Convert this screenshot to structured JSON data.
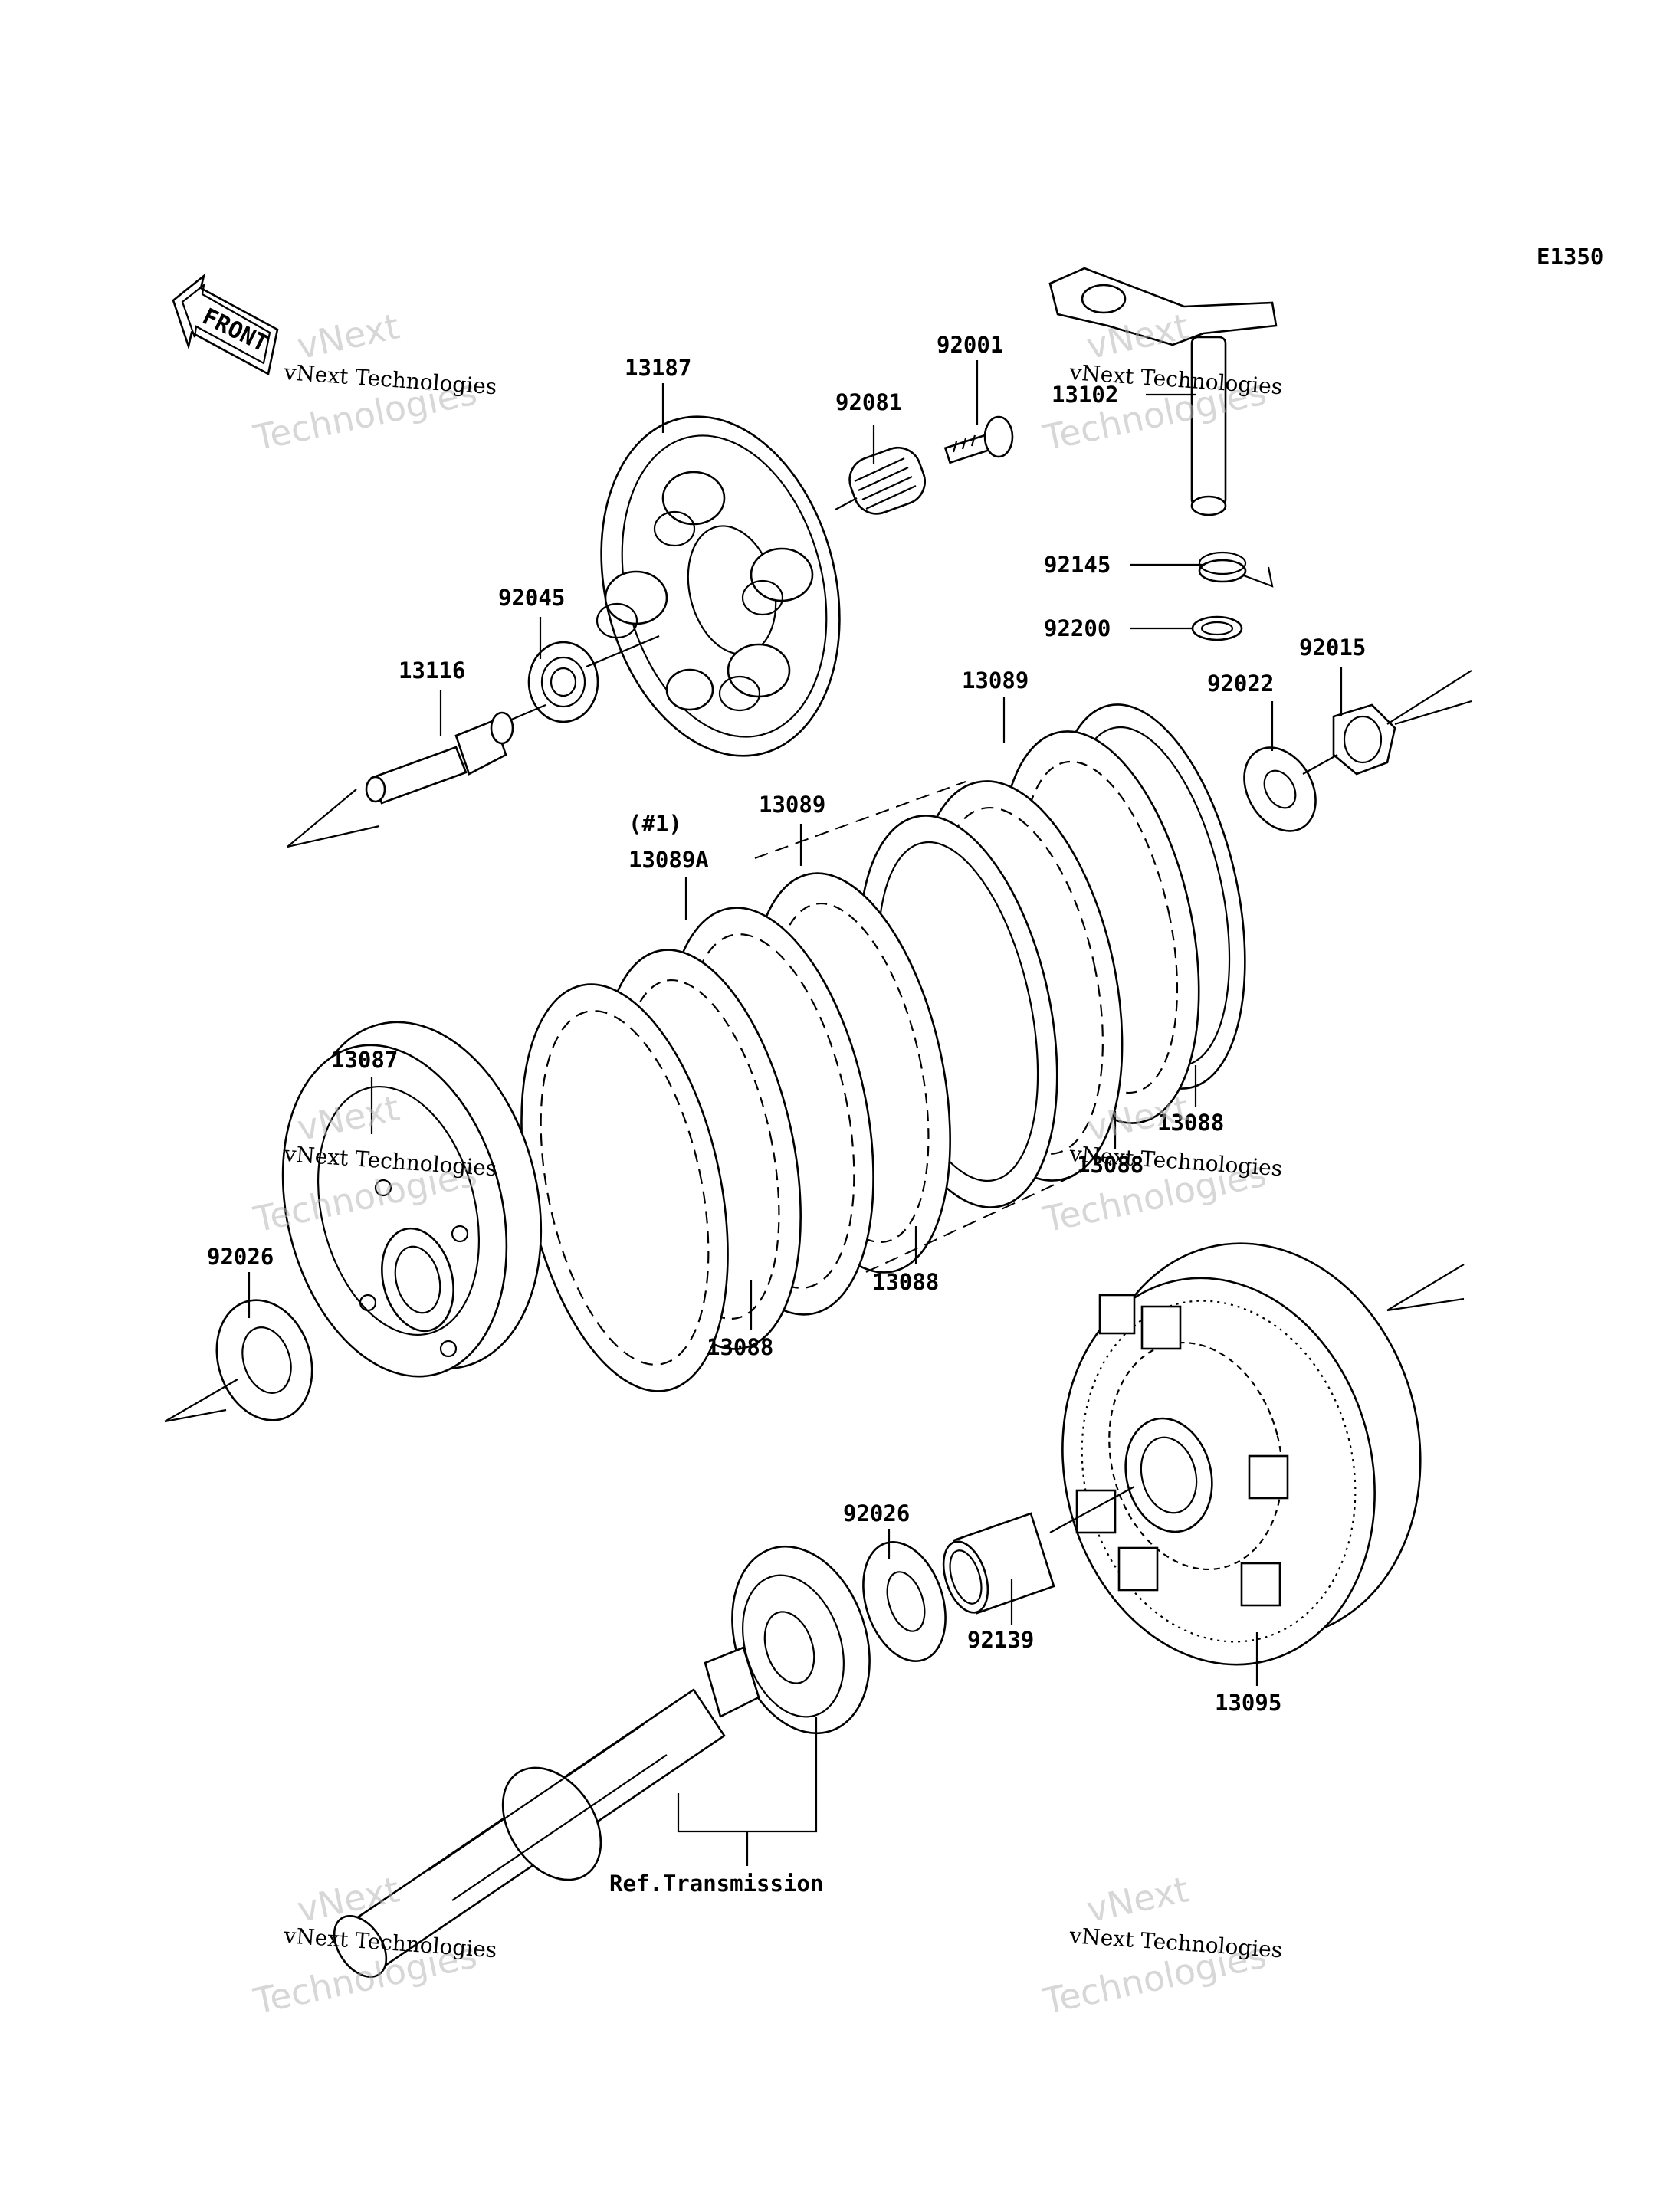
{
  "diagram_code": "E1350",
  "front_label": "FRONT",
  "watermark": {
    "company": "vNext",
    "subtitle": "Technologies",
    "caption": "vNext Technologies"
  },
  "parts": {
    "p13187": "13187",
    "p92001": "92001",
    "p92081": "92081",
    "p13102": "13102",
    "p92045": "92045",
    "p13116": "13116",
    "p92145": "92145",
    "p92200": "92200",
    "p92015": "92015",
    "p92022": "92022",
    "p13089_top": "13089",
    "p13089_mid": "13089",
    "note_1": "(#1)",
    "p13089A": "13089A",
    "p13087": "13087",
    "p13088_a": "13088",
    "p13088_b": "13088",
    "p13088_c": "13088",
    "p13088_d": "13088",
    "p92026_left": "92026",
    "p92026_right": "92026",
    "p92139": "92139",
    "p13095": "13095"
  },
  "reference": "Ref.Transmission"
}
